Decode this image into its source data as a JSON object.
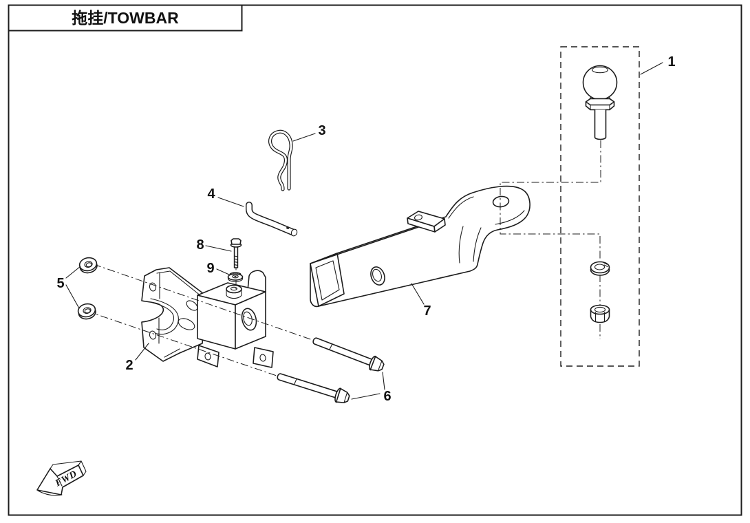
{
  "page": {
    "title": "拖挂/TOWBAR",
    "background_color": "#ffffff",
    "line_color": "#1c1c1c"
  },
  "diagram": {
    "type": "exploded-parts-diagram",
    "orientation_label": "FWD",
    "callouts": [
      "1",
      "2",
      "3",
      "4",
      "5",
      "6",
      "7",
      "8",
      "9"
    ]
  }
}
